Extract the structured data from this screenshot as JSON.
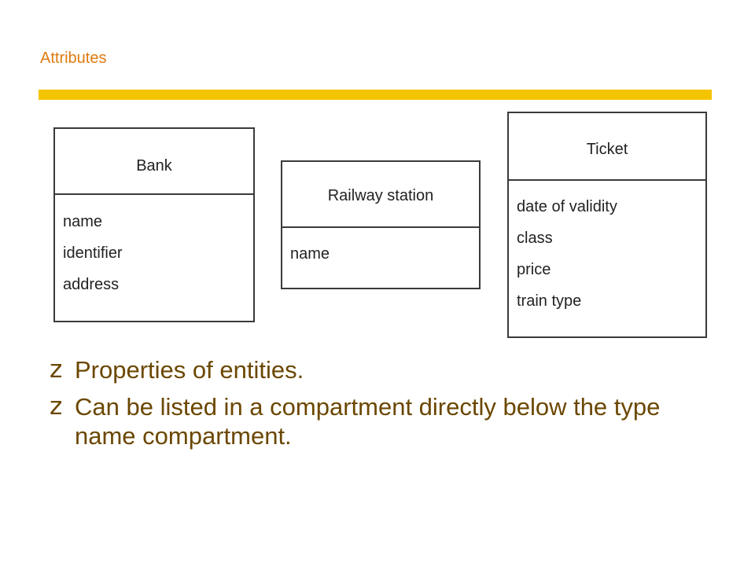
{
  "slide": {
    "title": "Attributes"
  },
  "diagram": {
    "classes": [
      {
        "name": "Bank",
        "attributes": [
          "name",
          "identifier",
          "address"
        ]
      },
      {
        "name": "Railway station",
        "attributes": [
          "name"
        ]
      },
      {
        "name": "Ticket",
        "attributes": [
          "date of validity",
          "class",
          "price",
          "train type"
        ]
      }
    ]
  },
  "bullets": {
    "marker": "z",
    "items": [
      "Properties of entities.",
      "Can be listed in a compartment directly below the type name compartment."
    ]
  },
  "colors": {
    "title": "#e07a10",
    "rule": "#f5c400",
    "bullet_text": "#6b4700",
    "box_border": "#3a3a3a"
  }
}
